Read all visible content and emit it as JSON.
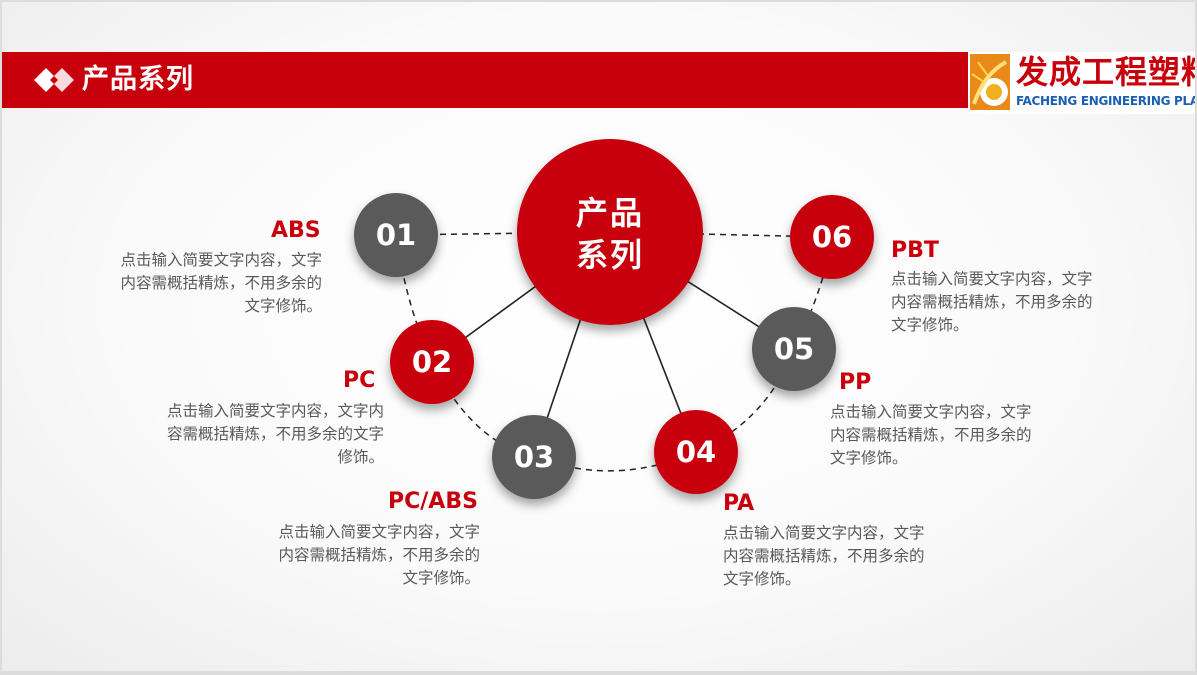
{
  "header": {
    "title": "产品系列"
  },
  "logo": {
    "name_cn": "发成工程塑料",
    "name_en": "FACHENG ENGINEERING PLASTIC"
  },
  "center": {
    "line1": "产品",
    "line2": "系列"
  },
  "colors": {
    "red": "#c8000c",
    "gray": "#5a5a5a"
  },
  "items": [
    {
      "number": "01",
      "title": "ABS",
      "desc": "点击输入简要文字内容，文字内容需概括精炼，不用多余的文字修饰。",
      "color": "gray"
    },
    {
      "number": "02",
      "title": "PC",
      "desc": "点击输入简要文字内容，文字内容需概括精炼，不用多余的文字修饰。",
      "color": "red"
    },
    {
      "number": "03",
      "title": "PC/ABS",
      "desc": "点击输入简要文字内容，文字内容需概括精炼，不用多余的文字修饰。",
      "color": "gray"
    },
    {
      "number": "04",
      "title": "PA",
      "desc": "点击输入简要文字内容，文字内容需概括精炼，不用多余的文字修饰。",
      "color": "red"
    },
    {
      "number": "05",
      "title": "PP",
      "desc": "点击输入简要文字内容，文字内容需概括精炼，不用多余的文字修饰。",
      "color": "gray"
    },
    {
      "number": "06",
      "title": "PBT",
      "desc": "点击输入简要文字内容，文字内容需概括精炼，不用多余的文字修饰。",
      "color": "red"
    }
  ]
}
